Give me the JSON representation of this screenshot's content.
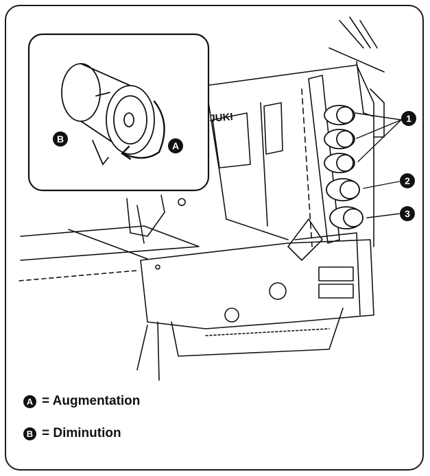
{
  "machine_brand": "JUKI",
  "callouts": {
    "a": "A",
    "b": "B",
    "one": "1",
    "two": "2",
    "three": "3"
  },
  "legend": {
    "a_letter": "A",
    "a_text": "= Augmentation",
    "b_letter": "B",
    "b_text": "= Diminution"
  },
  "colors": {
    "ink": "#111111",
    "paper": "#ffffff"
  }
}
